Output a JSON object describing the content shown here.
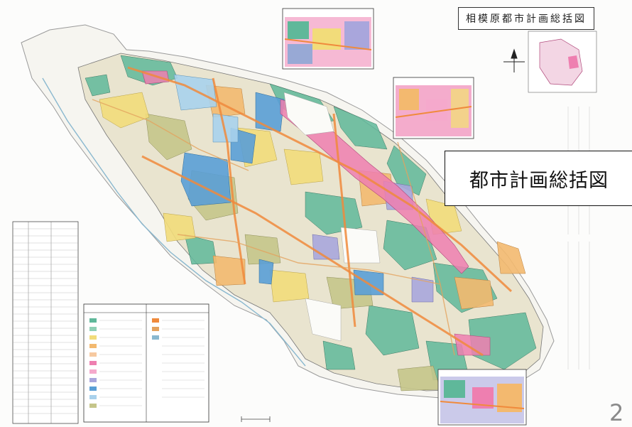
{
  "map": {
    "sheet_title": "相模原都市計画総括図",
    "callout_label": "都市計画総括図",
    "page_number": "2"
  },
  "colors": {
    "residential_green": "#5fb89a",
    "commercial_pink": "#ee7fb0",
    "industrial_blue": "#5a9fd6",
    "industrial_light_blue": "#a9d1ec",
    "residential_yellow": "#f2dc7a",
    "residential_orange": "#f3b96f",
    "urbanization_control_olive": "#c5c58a",
    "lavender": "#a9a6dc",
    "road_orange": "#f08a3c",
    "outline": "#222222"
  }
}
